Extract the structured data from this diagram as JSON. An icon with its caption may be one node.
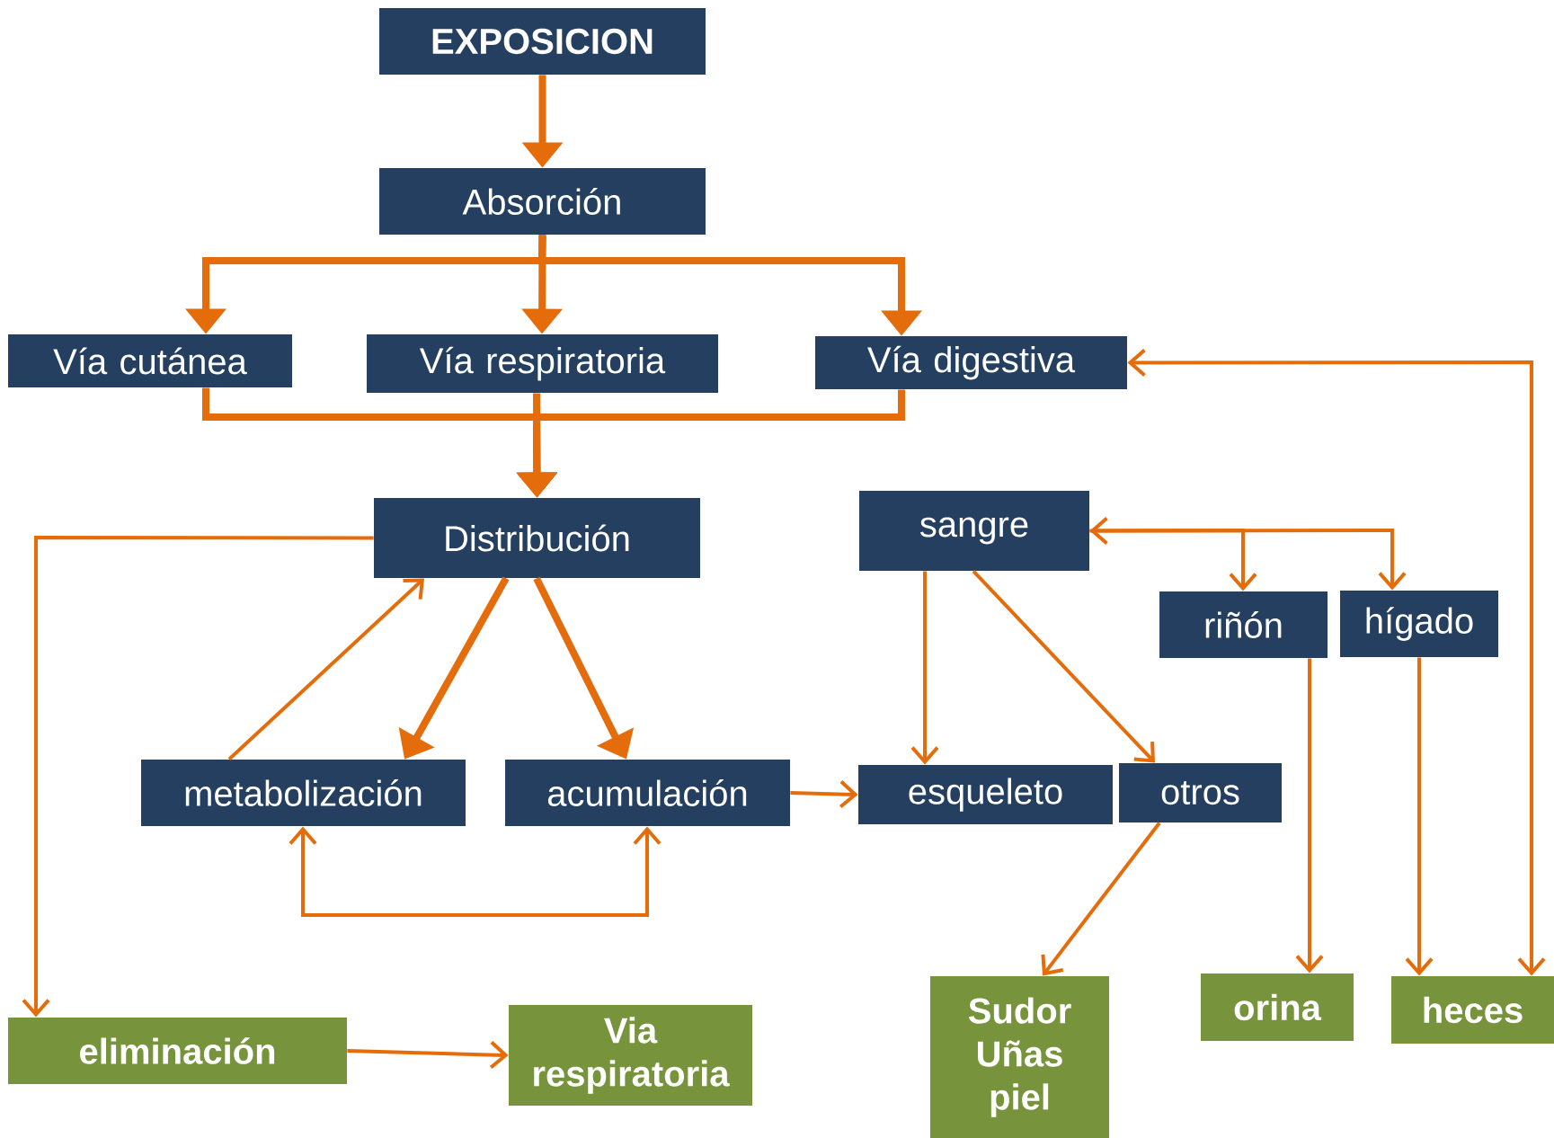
{
  "diagram": {
    "nodes": [
      {
        "text": [
          "EXPOSICION"
        ]
      },
      {
        "text": [
          "Absorción"
        ]
      },
      {
        "text": [
          "Vía cutánea"
        ]
      },
      {
        "text": [
          "Vía respiratoria"
        ]
      },
      {
        "text": [
          "Vía digestiva"
        ]
      },
      {
        "text": [
          "Distribución"
        ]
      },
      {
        "text": [
          "sangre"
        ]
      },
      {
        "text": [
          "riñón"
        ]
      },
      {
        "text": [
          "hígado"
        ]
      },
      {
        "text": [
          "metabolización"
        ]
      },
      {
        "text": [
          "acumulación"
        ]
      },
      {
        "text": [
          "esqueleto"
        ]
      },
      {
        "text": [
          "otros"
        ]
      },
      {
        "text": [
          "eliminación"
        ]
      },
      {
        "text": [
          "Via respiratoria"
        ]
      },
      {
        "text": [
          "Sudor Uñas piel"
        ]
      },
      {
        "text": [
          "orina"
        ]
      },
      {
        "text": [
          "heces"
        ]
      }
    ],
    "edges": [
      {
        "from": 0,
        "to": 1,
        "arrow": "to",
        "style": "thick"
      },
      {
        "from": 1,
        "to": 2,
        "arrow": "to",
        "style": "thick"
      },
      {
        "from": 1,
        "to": 3,
        "arrow": "to",
        "style": "thick"
      },
      {
        "from": 1,
        "to": 4,
        "arrow": "to",
        "style": "thick"
      },
      {
        "from": 2,
        "to": 5,
        "arrow": "to",
        "style": "thick"
      },
      {
        "from": 3,
        "to": 5,
        "arrow": "to",
        "style": "thick"
      },
      {
        "from": 4,
        "to": 5,
        "arrow": "to",
        "style": "thick"
      },
      {
        "from": 5,
        "to": 13,
        "arrow": "to"
      },
      {
        "from": 9,
        "to": 5,
        "arrow": "to"
      },
      {
        "from": 5,
        "to": 9,
        "arrow": "to",
        "style": "thick"
      },
      {
        "from": 5,
        "to": 10,
        "arrow": "to",
        "style": "thick"
      },
      {
        "from": 9,
        "to": 10,
        "arrow": "both"
      },
      {
        "from": 10,
        "to": 11,
        "arrow": "to"
      },
      {
        "from": 6,
        "to": 7,
        "arrow": "to"
      },
      {
        "from": 6,
        "to": 8,
        "arrow": "both"
      },
      {
        "from": 6,
        "to": 11,
        "arrow": "to"
      },
      {
        "from": 6,
        "to": 12,
        "arrow": "to"
      },
      {
        "from": 12,
        "to": 15,
        "arrow": "to"
      },
      {
        "from": 7,
        "to": 16,
        "arrow": "to"
      },
      {
        "from": 8,
        "to": 17,
        "arrow": "to"
      },
      {
        "from": 4,
        "to": 17,
        "arrow": "both"
      },
      {
        "from": 13,
        "to": 14,
        "arrow": "to"
      }
    ]
  }
}
